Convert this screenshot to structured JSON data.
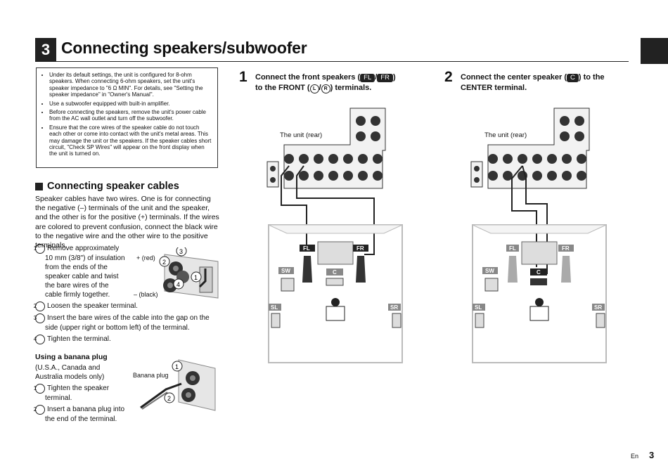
{
  "section": {
    "number": "3",
    "title": "Connecting speakers/subwoofer"
  },
  "notes": [
    "Under its default settings, the unit is configured for 8-ohm speakers. When connecting 6-ohm speakers, set the unit's speaker impedance to \"6 Ω MIN\". For details, see \"Setting the speaker impedance\" in \"Owner's Manual\".",
    "Use a subwoofer equipped with built-in amplifier.",
    "Before connecting the speakers, remove the unit's power cable from the AC wall outlet and turn off the subwoofer.",
    "Ensure that the core wires of the speaker cable do not touch each other or come into contact with the unit's metal areas. This may damage the unit or the speakers. If the speaker cables short circuit, \"Check SP Wires\" will appear on the front display when the unit is turned on."
  ],
  "cables": {
    "heading": "Connecting speaker cables",
    "intro": "Speaker cables have two wires. One is for connecting the negative (–) terminals of the unit and the speaker, and the other is for the positive (+) terminals. If the wires are colored to prevent confusion, connect the black wire to the negative wire and the other wire to the positive terminals.",
    "steps": [
      {
        "num": "1",
        "text": "Remove approximately 10 mm (3/8\") of insulation from the ends of the speaker cable and twist the bare wires of the cable firmly together."
      },
      {
        "num": "2",
        "text": "Loosen the speaker terminal."
      },
      {
        "num": "3",
        "text": "Insert the bare wires of the cable into the gap on the side (upper right or bottom left) of the terminal."
      },
      {
        "num": "4",
        "text": "Tighten the terminal."
      }
    ],
    "red_label": "+ (red)",
    "black_label": "– (black)"
  },
  "banana": {
    "title": "Using a banana plug",
    "subtitle": "(U.S.A., Canada and Australia models only)",
    "label": "Banana plug",
    "steps": [
      {
        "num": "1",
        "text": "Tighten the speaker terminal."
      },
      {
        "num": "2",
        "text": "Insert a banana plug into the end of the terminal."
      }
    ]
  },
  "step1": {
    "num": "1",
    "text_a": "Connect the front speakers (",
    "pill_fl": "FL",
    "sep": "/",
    "pill_fr": "FR",
    "text_b": ")",
    "text_c": "to the FRONT (",
    "circ_l": "L",
    "circ_r": "R",
    "text_d": ") terminals.",
    "unit_label": "The unit (rear)"
  },
  "step2": {
    "num": "2",
    "text_a": "Connect the center speaker (",
    "pill_c": "C",
    "text_b": ") to the",
    "text_c": "CENTER terminal.",
    "unit_label": "The unit (rear)"
  },
  "speakers": {
    "fl": "FL",
    "fr": "FR",
    "sw": "SW",
    "c": "C",
    "sl": "SL",
    "sr": "SR"
  },
  "colors": {
    "dark": "#222222",
    "gray": "#888888"
  },
  "footer": {
    "lang": "En",
    "page": "3"
  }
}
